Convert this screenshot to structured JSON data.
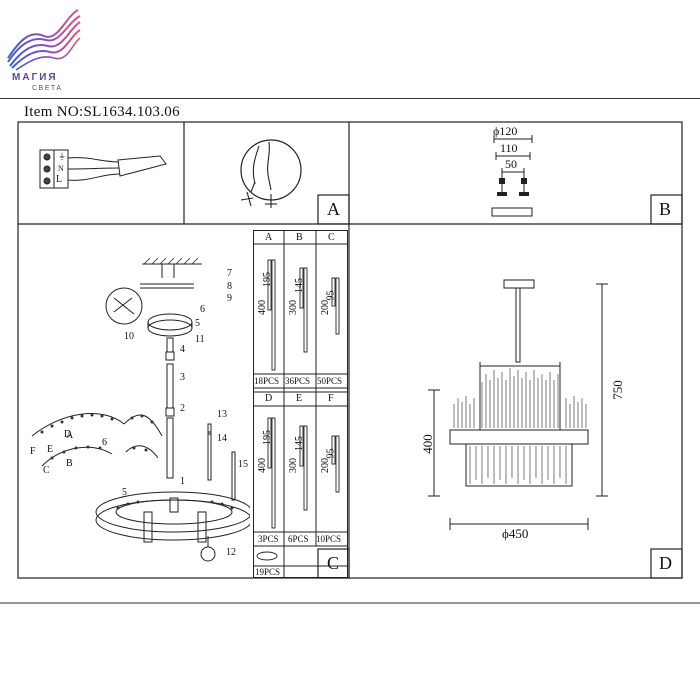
{
  "brand": {
    "name": "МАГИЯ",
    "subtitle": "СВЕТА"
  },
  "header": {
    "item_no": "Item NO:SL1634.103.06"
  },
  "panels": {
    "a": {
      "letter": "A",
      "terminal": "L",
      "ground_symbol": "⏚"
    },
    "b": {
      "letter": "B",
      "dim_outer": "ϕ120",
      "dim_middle": "110",
      "dim_inner": "50"
    },
    "c": {
      "letter": "C"
    },
    "d": {
      "letter": "D",
      "height_total": "750",
      "height_body": "400",
      "diameter": "ϕ450"
    }
  },
  "parts": [
    {
      "id": "7",
      "label": "7"
    },
    {
      "id": "8",
      "label": "8"
    },
    {
      "id": "9",
      "label": "9"
    },
    {
      "id": "10",
      "label": "10"
    },
    {
      "id": "6",
      "label": "6"
    },
    {
      "id": "5",
      "label": "5"
    },
    {
      "id": "11",
      "label": "11"
    },
    {
      "id": "4",
      "label": "4"
    },
    {
      "id": "3",
      "label": "3"
    },
    {
      "id": "2",
      "label": "2"
    },
    {
      "id": "1",
      "label": "1"
    },
    {
      "id": "12",
      "label": "12"
    },
    {
      "id": "13",
      "label": "13"
    },
    {
      "id": "14",
      "label": "14"
    },
    {
      "id": "15",
      "label": "15"
    }
  ],
  "ring_labels": [
    "A",
    "B",
    "C",
    "D",
    "E",
    "F",
    "6",
    "5"
  ],
  "crystal_table": {
    "top": [
      {
        "col": "A",
        "long": "400",
        "short": "195",
        "qty": "18PCS"
      },
      {
        "col": "B",
        "long": "300",
        "short": "145",
        "qty": "36PCS"
      },
      {
        "col": "C",
        "long": "200",
        "short": "95",
        "qty": "50PCS"
      }
    ],
    "bottom": [
      {
        "col": "D",
        "long": "400",
        "short": "195",
        "qty": "3PCS"
      },
      {
        "col": "E",
        "long": "300",
        "short": "145",
        "qty": "6PCS"
      },
      {
        "col": "F",
        "long": "200",
        "short": "95",
        "qty": "10PCS"
      }
    ],
    "ring_qty": "19PCS"
  }
}
